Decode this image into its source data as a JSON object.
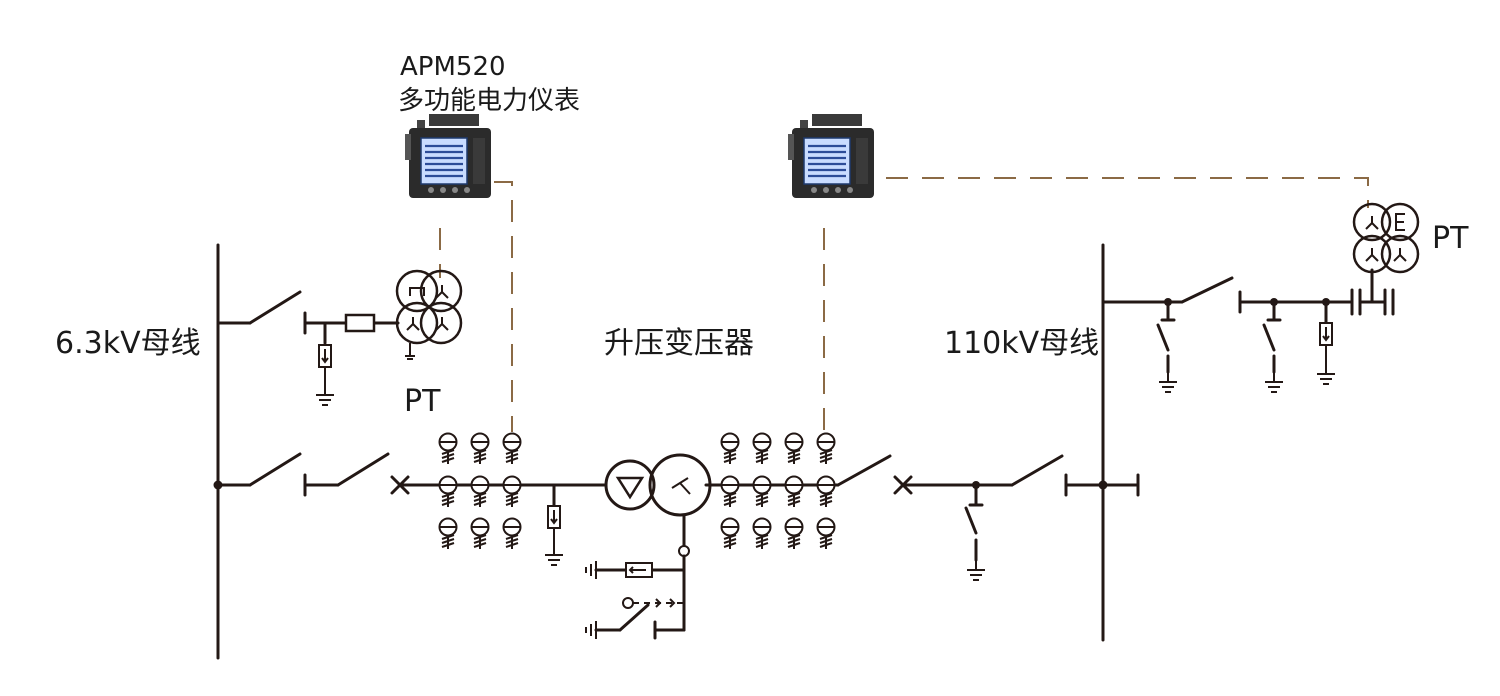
{
  "labels": {
    "meter_model": "APM520",
    "meter_name": "多功能电力仪表",
    "bus_low": "6.3kV母线",
    "bus_high": "110kV母线",
    "transformer": "升压变压器",
    "pt_left": "PT",
    "pt_right": "PT"
  },
  "icons": {
    "meter": "power-meter-icon",
    "pt": "potential-transformer-icon",
    "ct": "current-transformer-icon",
    "transformer": "two-winding-transformer-icon",
    "breaker": "circuit-breaker-icon",
    "switch": "disconnect-switch-icon",
    "ground": "ground-icon",
    "arrester": "surge-arrester-icon",
    "fuse": "fuse-icon"
  },
  "colors": {
    "line": "#231815",
    "signal_dash": "#8b6a45",
    "meter_body": "#2b2b2b",
    "meter_screen": "#c9dcff"
  }
}
